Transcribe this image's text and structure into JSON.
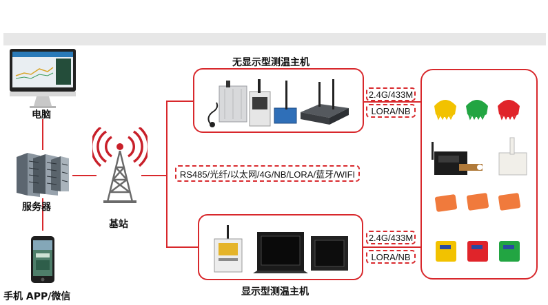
{
  "labels": {
    "computer": "电脑",
    "server": "服务器",
    "mobile": "手机 APP/微信",
    "base_station": "基站",
    "no_display_host": "无显示型测温主机",
    "display_host": "显示型测温主机"
  },
  "tags": {
    "network": "RS485/光纤/以太网/4G/NB/LORA/蓝牙/WIFI",
    "upper_freq": "2.4G/433M",
    "upper_lora": "LORA/NB",
    "lower_freq": "2.4G/433M",
    "lower_lora": "LORA/NB"
  },
  "colors": {
    "line": "#d8282c",
    "sensor_yellow": "#f2c200",
    "sensor_green": "#22a542",
    "sensor_red": "#e0242a",
    "sensor_orange": "#f07a3c"
  },
  "icons": [
    "computer-icon",
    "server-icon",
    "phone-icon",
    "tower-icon",
    "gateway-icon",
    "sensor-icon"
  ]
}
